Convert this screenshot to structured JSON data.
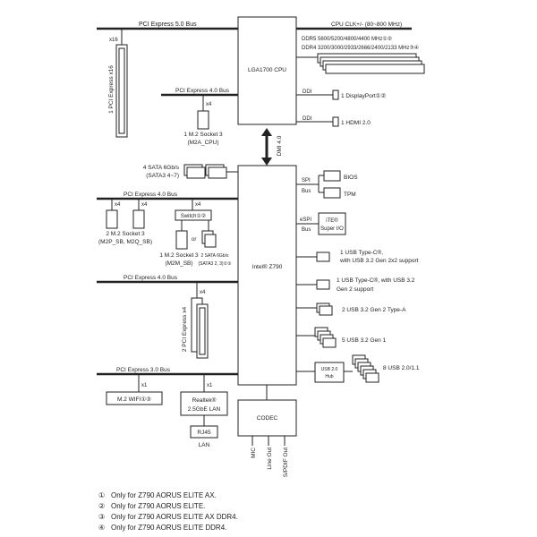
{
  "cpu": {
    "label": "LGA1700 CPU",
    "clock": "CPU CLK+/- (80~800 MHz)",
    "ddr5": "DDR5 5600/5200/4800/4400 MHz①②",
    "ddr4": "DDR4 3200/3000/2933/2666/2400/2133 MHz③④",
    "ddi_label": "DDI",
    "displayport": "1 DisplayPort①②",
    "hdmi": "1 HDMI 2.0",
    "dmi": "DMI 4.0"
  },
  "cpu_pcie": {
    "gen5_bus": "PCI Express 5.0 Bus",
    "x16": "x16",
    "slot_x16": "1 PCI Express x16",
    "gen4_bus": "PCI Express 4.0 Bus",
    "x4": "x4",
    "m2_cpu_line1": "1 M.2 Socket 3",
    "m2_cpu_line2": "(M2A_CPU)"
  },
  "chipset": {
    "label": "Intel® Z790",
    "sata_line1": "4 SATA 6Gb/s",
    "sata_line2": "(SATA3 4~7)",
    "pcie4_bus_1": "PCI Express 4.0 Bus",
    "x4_a": "x4",
    "x4_b": "x4",
    "x4_c": "x4",
    "m2_sb_line1": "2 M.2 Socket 3",
    "m2_sb_line2": "(M2P_SB, M2Q_SB)",
    "switch": "Switch①②",
    "or": "or",
    "m2m_line1": "1 M.2 Socket 3",
    "m2m_line2": "(M2M_SB)",
    "sata2_line1": "2 SATA 6Gb/s",
    "sata2_line2": "(SATA3 2, 3)①②",
    "pcie4_bus_2": "PCI Express 4.0 Bus",
    "x4_d": "x4",
    "slot_x4": "2 PCI Express x4",
    "pcie3_bus": "PCI Express 3.0 Bus",
    "x1_a": "x1",
    "x1_b": "x1",
    "wifi": "M.2 WIFI①③",
    "lan_line1": "Realtek®",
    "lan_line2": "2.5GbE LAN",
    "rj45": "RJ45",
    "lan": "LAN"
  },
  "right": {
    "spi": "SPI",
    "bus1": "Bus",
    "bios": "BIOS",
    "tpm": "TPM",
    "espi": "eSPI",
    "bus2": "Bus",
    "ite_line1": "iTE®",
    "ite_line2": "Super I/O",
    "usbc1_line1": "1 USB Type-C®,",
    "usbc1_line2": "with USB 3.2 Gen 2x2 support",
    "usbc2_line1": "1 USB Type-C®, with USB 3.2",
    "usbc2_line2": "Gen 2 support",
    "usb_gen2a": "2 USB 3.2 Gen 2 Type-A",
    "usb_gen1": "5 USB 3.2 Gen 1",
    "hub_line1": "USB 2.0",
    "hub_line2": "Hub",
    "usb20": "8 USB 2.0/1.1"
  },
  "codec": {
    "label": "CODEC",
    "mic": "MIC",
    "lineout": "Line Out",
    "spdif": "S/PDIF Out"
  },
  "footnotes": [
    {
      "mark": "①",
      "text": "Only for Z790 AORUS ELITE AX."
    },
    {
      "mark": "②",
      "text": "Only for Z790 AORUS ELITE."
    },
    {
      "mark": "③",
      "text": "Only for Z790 AORUS ELITE AX DDR4."
    },
    {
      "mark": "④",
      "text": "Only for Z790 AORUS ELITE DDR4."
    }
  ]
}
